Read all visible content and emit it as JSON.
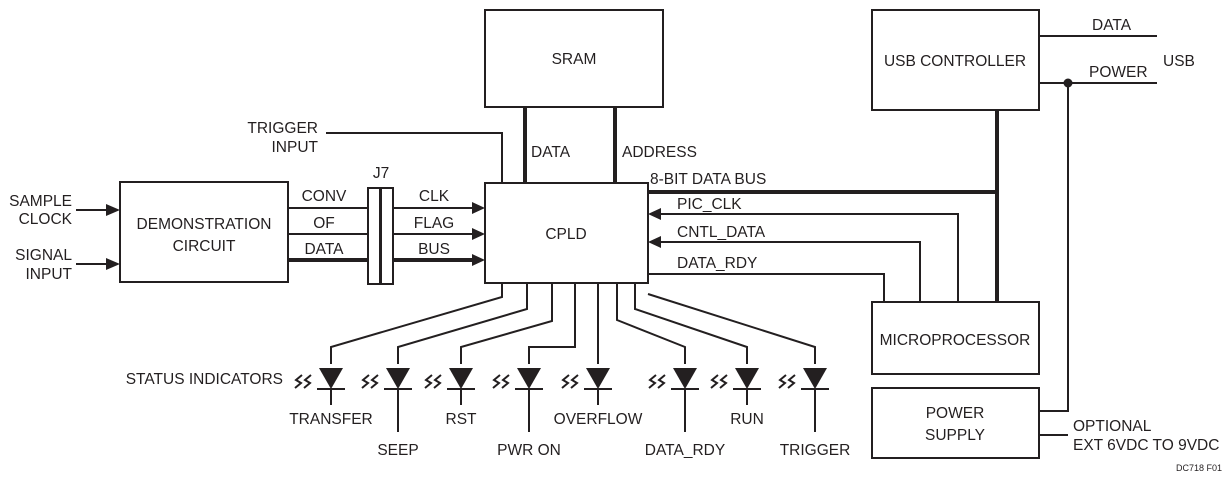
{
  "blocks": {
    "sram": "SRAM",
    "usb_controller": "USB CONTROLLER",
    "demonstration_circuit": [
      "DEMONSTRATION",
      "CIRCUIT"
    ],
    "cpld": "CPLD",
    "microprocessor": "MICROPROCESSOR",
    "power_supply": [
      "POWER",
      "SUPPLY"
    ],
    "connector": "J7"
  },
  "inputs": {
    "sample_clock": [
      "SAMPLE",
      "CLOCK"
    ],
    "signal_input": [
      "SIGNAL",
      "INPUT"
    ],
    "trigger_input": [
      "TRIGGER",
      "INPUT"
    ]
  },
  "signals": {
    "conv": "CONV",
    "of": "OF",
    "data_left": "DATA",
    "clk": "CLK",
    "flag": "FLAG",
    "bus": "BUS",
    "sram_data": "DATA",
    "sram_address": "ADDRESS",
    "data_bus": "8-BIT DATA BUS",
    "pic_clk": "PIC_CLK",
    "cntl_data": "CNTL_DATA",
    "data_rdy": "DATA_RDY",
    "usb_data": "DATA",
    "usb_power": "POWER",
    "usb": "USB"
  },
  "status": {
    "title": "STATUS INDICATORS",
    "leds": [
      "TRANSFER",
      "SEEP",
      "RST",
      "PWR ON",
      "OVERFLOW",
      "DATA_RDY",
      "RUN",
      "TRIGGER"
    ]
  },
  "power_input": [
    "OPTIONAL",
    "EXT 6VDC TO 9VDC"
  ],
  "figure_id": "DC718 F01"
}
